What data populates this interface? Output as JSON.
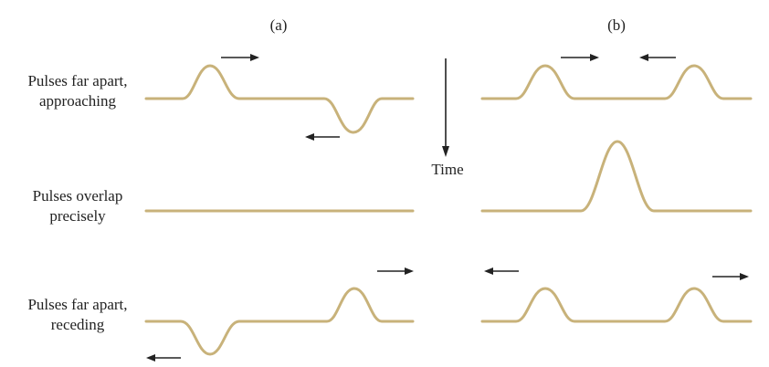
{
  "panels": {
    "a_label": "(a)",
    "b_label": "(b)"
  },
  "rows": [
    {
      "label_line1": "Pulses far apart,",
      "label_line2": "approaching"
    },
    {
      "label_line1": "Pulses overlap",
      "label_line2": "precisely"
    },
    {
      "label_line1": "Pulses far apart,",
      "label_line2": "receding"
    }
  ],
  "time_label": "Time",
  "colors": {
    "pulse": "#c8b27a",
    "arrow": "#222222",
    "text": "#222222"
  }
}
